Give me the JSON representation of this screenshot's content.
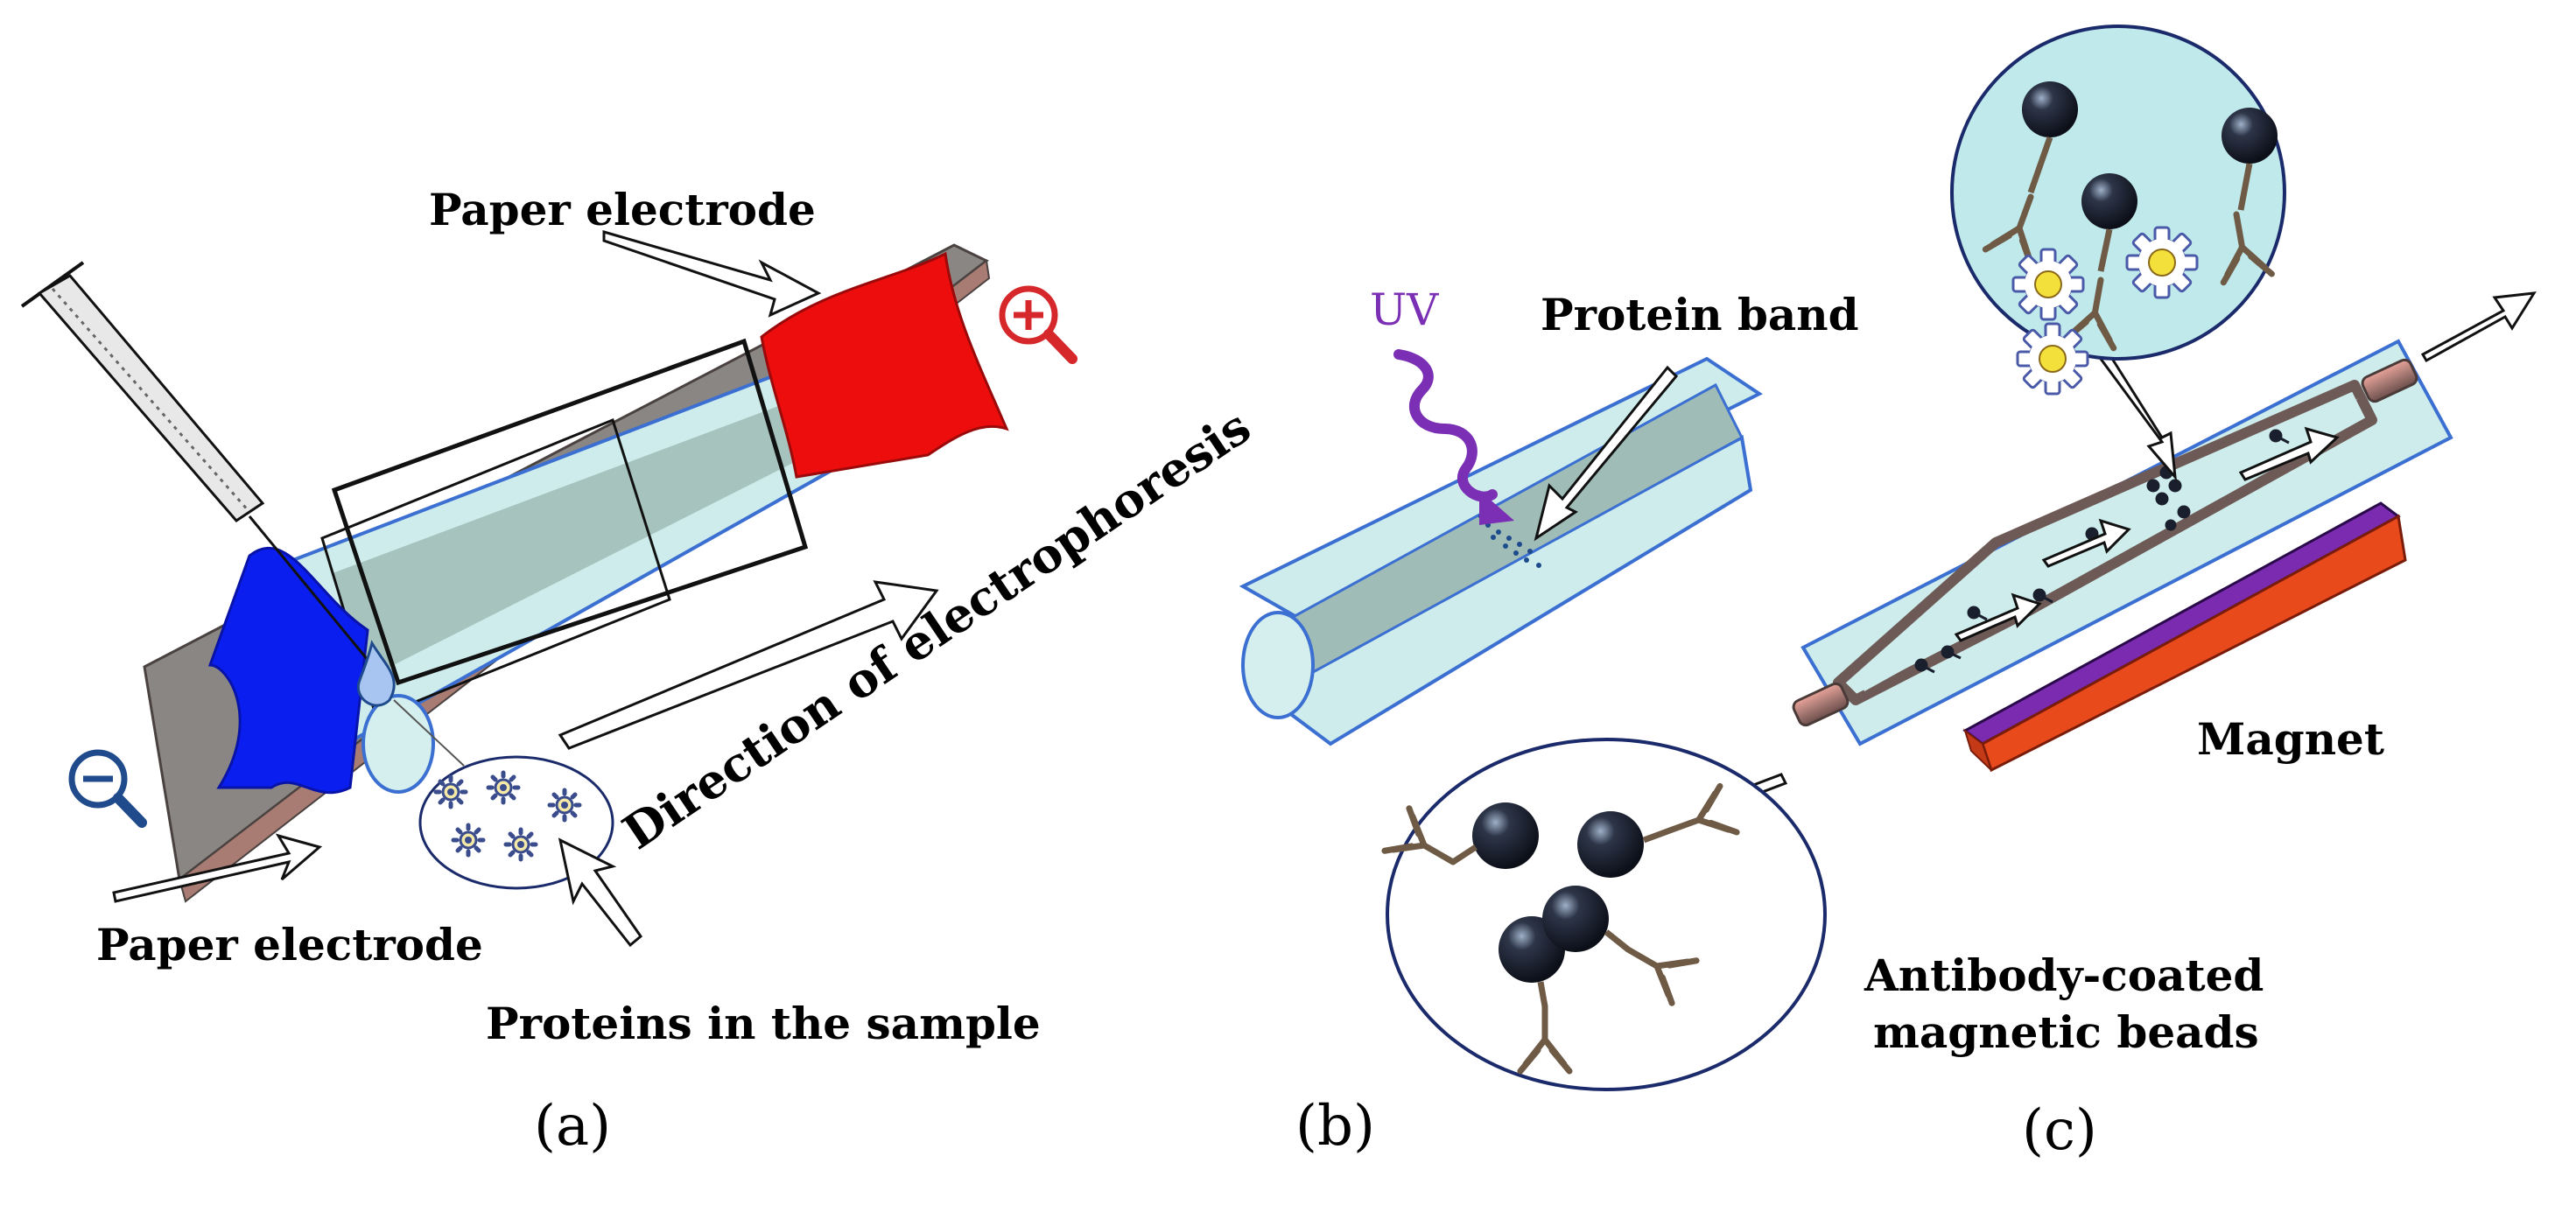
{
  "panel_a": {
    "label_paper_electrode_top": "Paper electrode",
    "label_paper_electrode_bottom": "Paper electrode",
    "label_direction": "Direction of electrophoresis",
    "label_proteins": "Proteins in the sample",
    "caption": "(a)",
    "colors": {
      "cathode": "#0a1ef0",
      "anode": "#ee0d0d",
      "plus_icon": "#d6272b",
      "minus_icon": "#1f4a8c"
    }
  },
  "panel_b": {
    "label_uv": "UV",
    "label_protein_band": "Protein band",
    "caption": "(b)",
    "colors": {
      "uv_arrow": "#7a2fb4",
      "channel": "#bfe9ea"
    }
  },
  "panel_c": {
    "label_magnet": "Magnet",
    "label_beads_line1": "Antibody-coated",
    "label_beads_line2": "magnetic beads",
    "caption": "(c)",
    "colors": {
      "magnet_top": "#7a2bb0",
      "magnet_face": "#e84a1c",
      "bead": "#1a1f2e",
      "antibody": "#6e5a45"
    }
  }
}
